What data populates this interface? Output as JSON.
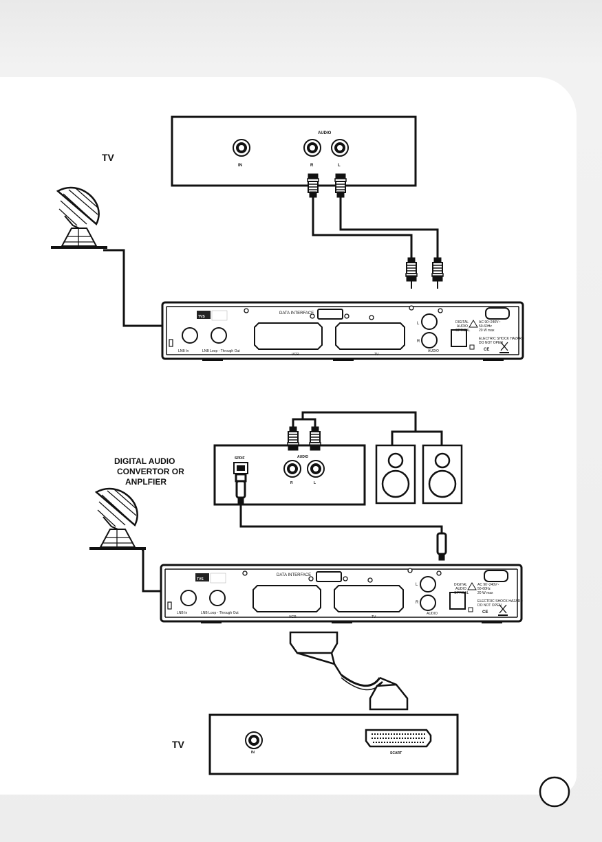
{
  "tv_label_top": "TV",
  "tv_label_bottom": "TV",
  "tv_panel": {
    "in": "IN",
    "audio": "AUDIO",
    "r": "R",
    "l": "L",
    "scart": "SCART"
  },
  "converter": {
    "lines": [
      "DIGITAL AUDIO",
      "CONVERTOR OR",
      "ANPLFIER"
    ],
    "spdif": "SPDIF",
    "audio": "AUDIO",
    "r": "R",
    "l": "L"
  },
  "receiver": {
    "data_interface": "DATA INTERFACE",
    "lnb_in": "LNB In",
    "lnb_loop": "LNB Loop - Through Out",
    "vcr": "VCR",
    "tv": "TV",
    "l": "L",
    "r": "R",
    "audio": "AUDIO",
    "digital_audio_optical": [
      "DIGITAL",
      "AUDIO",
      "OPTICAL"
    ],
    "power": [
      "AC 90~240V~",
      "50-60Hz",
      "20 W max"
    ],
    "warning": [
      "ELECTRIC SHOCK HAZARD",
      "DO NOT OPEN"
    ],
    "ce": "CE",
    "badge": "TVS"
  }
}
